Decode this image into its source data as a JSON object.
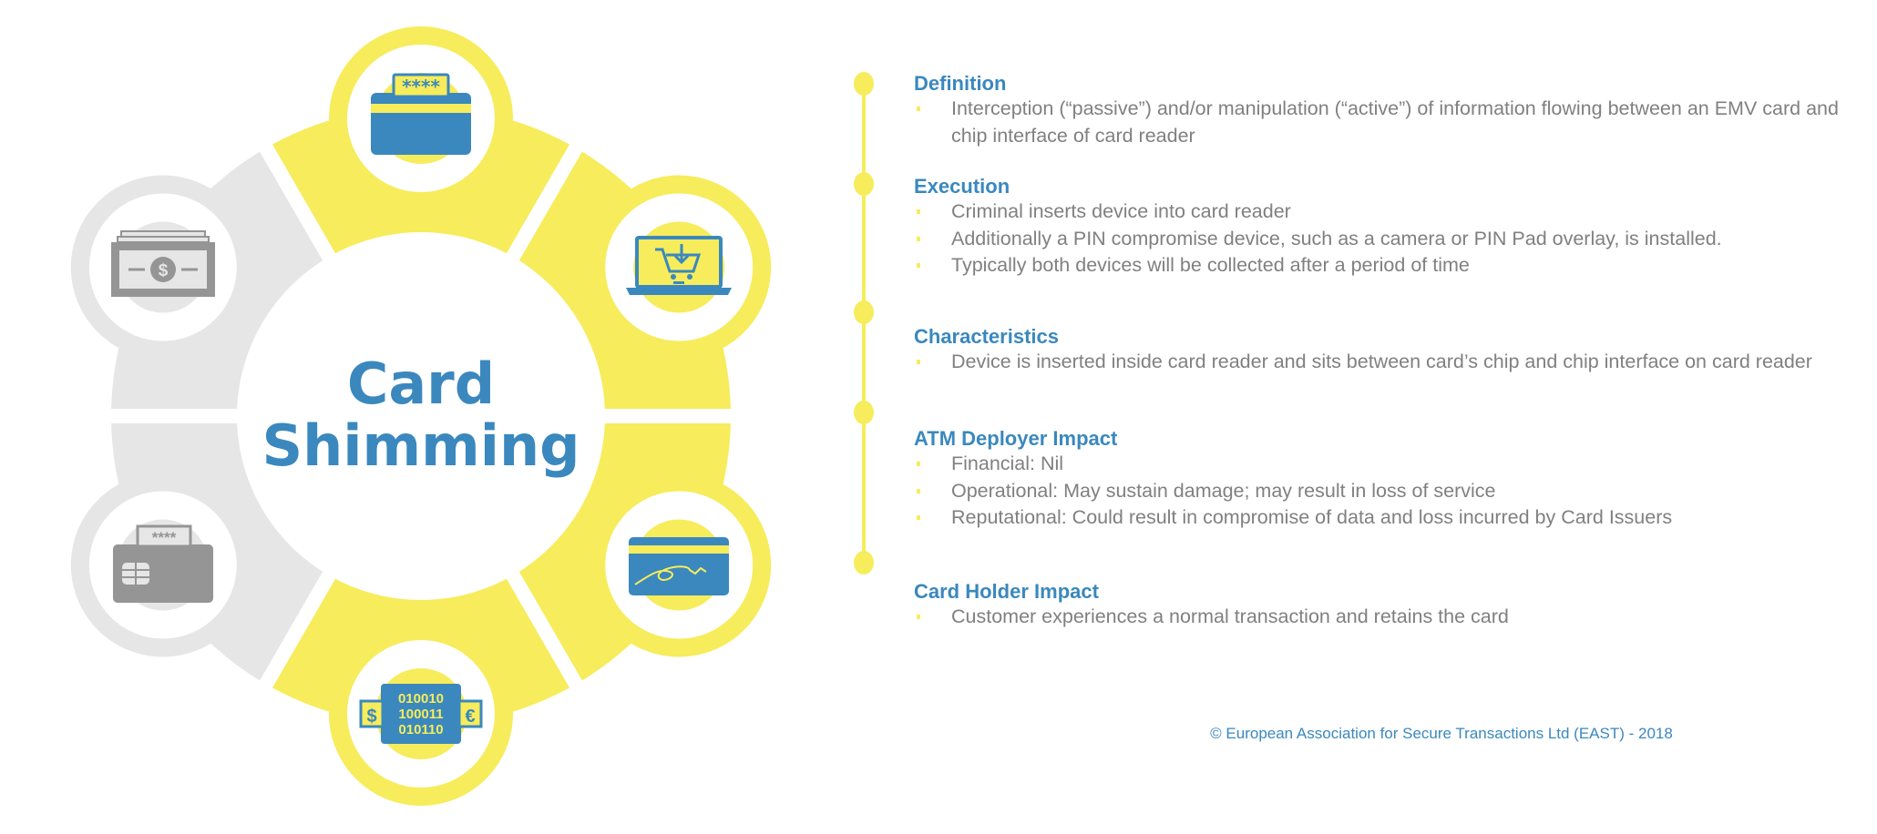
{
  "title": {
    "line1": "Card",
    "line2": "Shimming"
  },
  "colors": {
    "yellow": "#f7ec5b",
    "gray": "#e6e6e6",
    "blue": "#3a88be",
    "icon_gray": "#959595"
  },
  "wheel": {
    "segments": [
      {
        "name": "top",
        "state": "active"
      },
      {
        "name": "upper-right",
        "state": "active"
      },
      {
        "name": "lower-right",
        "state": "active"
      },
      {
        "name": "bottom",
        "state": "active"
      },
      {
        "name": "lower-left",
        "state": "inactive"
      },
      {
        "name": "upper-left",
        "state": "inactive"
      }
    ],
    "icons": {
      "pin_card_stars": "****",
      "gray_card_stars": "****",
      "binary": [
        "010010",
        "100011",
        "010110"
      ],
      "dollar": "$",
      "euro": "€",
      "cash_dollar": "$"
    }
  },
  "sections": [
    {
      "heading": "Definition",
      "bullets": [
        "Interception (“passive”) and/or manipulation (“active”) of information flowing between an EMV card and chip interface of card reader"
      ]
    },
    {
      "heading": "Execution",
      "bullets": [
        "Criminal inserts device into card reader",
        "Additionally a PIN compromise device, such as a camera or PIN Pad overlay, is installed.",
        "Typically both devices will be collected after a period of time"
      ]
    },
    {
      "heading": "Characteristics",
      "bullets": [
        "Device is inserted inside card reader and sits between card’s chip and chip interface on card reader"
      ]
    },
    {
      "heading": "ATM Deployer Impact",
      "bullets": [
        "Financial: Nil",
        "Operational: May sustain damage; may result in loss of service",
        "Reputational: Could result in compromise of data and loss incurred by Card Issuers"
      ]
    },
    {
      "heading": "Card Holder Impact",
      "bullets": [
        "Customer experiences a normal transaction and retains the card"
      ]
    }
  ],
  "copyright": "© European Association for Secure Transactions Ltd (EAST) - 2018"
}
